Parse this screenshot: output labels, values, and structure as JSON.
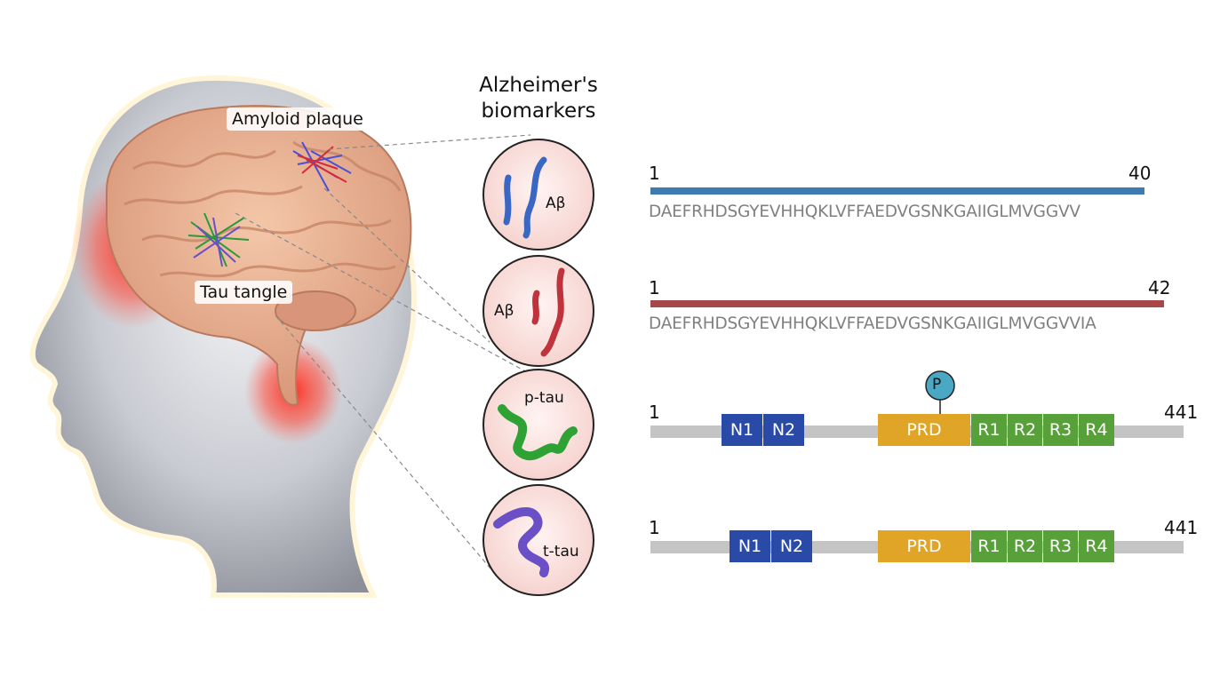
{
  "title_line1": "Alzheimer's",
  "title_line2": "biomarkers",
  "brain_labels": {
    "amyloid": "Amyloid plaque",
    "tau": "Tau tangle"
  },
  "biomarkers": [
    {
      "label": "Aβ",
      "color": "#3a66c4"
    },
    {
      "label": "Aβ",
      "color": "#c0333c"
    },
    {
      "label": "p-tau",
      "color": "#2fa236"
    },
    {
      "label": "t-tau",
      "color": "#6a4fc6"
    }
  ],
  "abeta40": {
    "start": "1",
    "end": "40",
    "color": "#3d7bb0",
    "sequence": "DAEFRHDSGYEVHHQKLVFFAEDVGSNKGAIIGLMVGGVV"
  },
  "abeta42": {
    "start": "1",
    "end": "42",
    "color": "#a64848",
    "sequence": "DAEFRHDSGYEVHHQKLVFFAEDVGSNKGAIIGLMVGGVVIA"
  },
  "ptau": {
    "start": "1",
    "end": "441",
    "phospho": "P",
    "domains": [
      "N1",
      "N2",
      "PRD",
      "R1",
      "R2",
      "R3",
      "R4"
    ]
  },
  "ttau": {
    "start": "1",
    "end": "441",
    "domains": [
      "N1",
      "N2",
      "PRD",
      "R1",
      "R2",
      "R3",
      "R4"
    ]
  },
  "colors": {
    "n_domain": "#2a4aa8",
    "prd": "#e0a526",
    "repeat": "#58a03a",
    "backbone": "#c4c4c4",
    "phospho": "#4aa8c4"
  }
}
